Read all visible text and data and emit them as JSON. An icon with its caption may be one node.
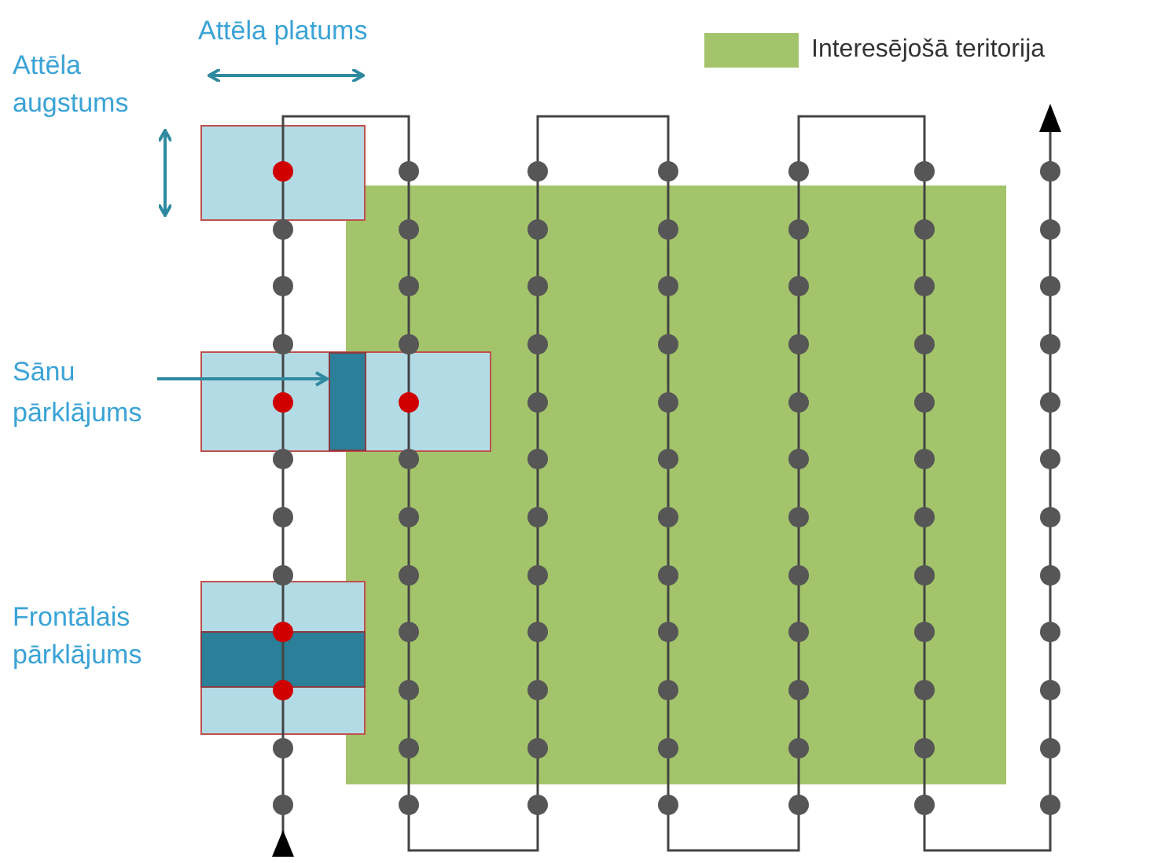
{
  "diagram": {
    "nodes": [
      {
        "text": [
          "Sānu pārklājums"
        ]
      },
      {
        "text": [],
        "shape": "bar"
      }
    ],
    "edges": [
      {
        "from": 0,
        "to": 1,
        "arrow": "to"
      }
    ],
    "labels": [
      "Attēla platums",
      "Attēla augstums",
      "Frontālais pārklājums"
    ],
    "legend": [
      {
        "text": "Interesējošā teritorija",
        "color": "#a3c46b"
      }
    ]
  }
}
